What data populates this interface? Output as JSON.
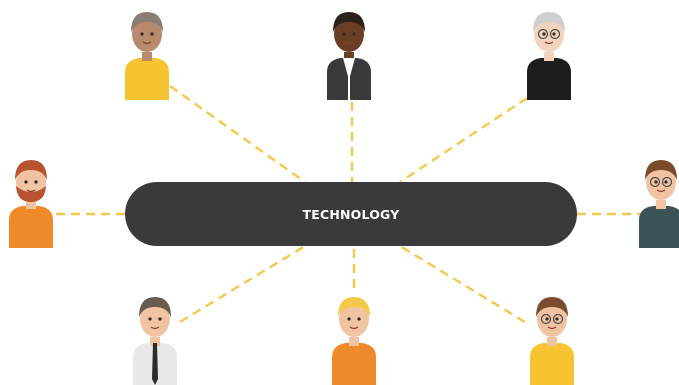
{
  "hub": {
    "label": "TECHNOLOGY",
    "fill": "#3a3a3c",
    "text_color": "#ffffff"
  },
  "connector": {
    "color": "#f5c84c",
    "style": "dashed"
  },
  "people": [
    {
      "name": "person-top-left",
      "hair": "#8a7d73",
      "skin": "#b98a6d",
      "top": "#f6c431",
      "accessory": "none"
    },
    {
      "name": "person-top-center",
      "hair": "#2d211c",
      "skin": "#6b3f26",
      "top": "#3a3a3c",
      "accessory": "open-jacket"
    },
    {
      "name": "person-top-right",
      "hair": "#cfcfcf",
      "skin": "#f1d3bd",
      "top": "#1d1d1d",
      "accessory": "glasses"
    },
    {
      "name": "person-middle-left",
      "hair": "#b8522f",
      "skin": "#f0c4a3",
      "top": "#ef8a2b",
      "accessory": "beard"
    },
    {
      "name": "person-middle-right",
      "hair": "#7a4b2c",
      "skin": "#f0c4a3",
      "top": "#3b5556",
      "accessory": "glasses"
    },
    {
      "name": "person-bottom-left",
      "hair": "#6a5b50",
      "skin": "#f0c4a3",
      "top": "#e8e8e8",
      "accessory": "tie"
    },
    {
      "name": "person-bottom-center",
      "hair": "#f6c84a",
      "skin": "#f0c4a3",
      "top": "#ef8a2b",
      "accessory": "none"
    },
    {
      "name": "person-bottom-right",
      "hair": "#7a4b2c",
      "skin": "#f0c4a3",
      "top": "#f6c431",
      "accessory": "glasses"
    }
  ]
}
